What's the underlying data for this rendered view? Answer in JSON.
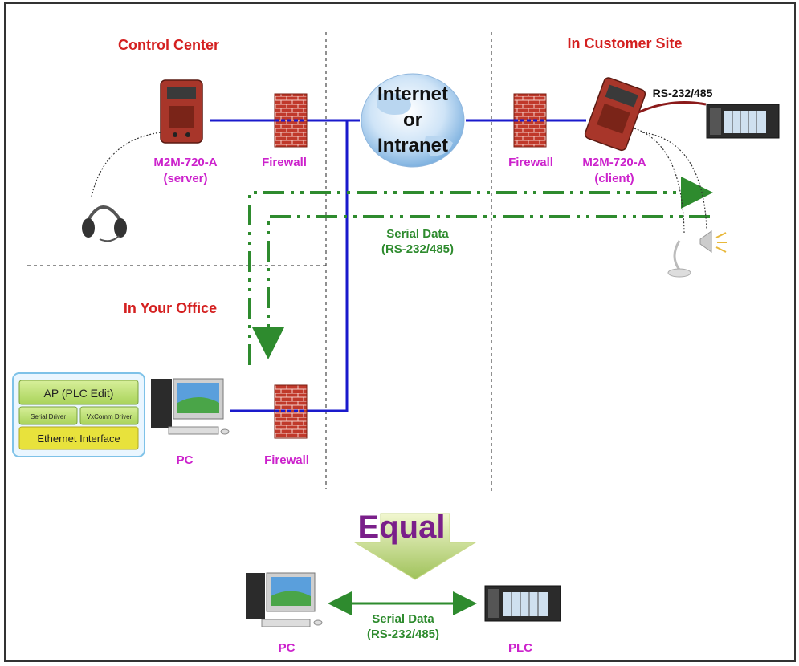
{
  "labels": {
    "control_center": "Control Center",
    "customer_site": "In Customer Site",
    "your_office": "In Your Office",
    "server_name": "M2M-720-A",
    "server_role": "(server)",
    "client_name": "M2M-720-A",
    "client_role": "(client)",
    "firewall_1": "Firewall",
    "firewall_2": "Firewall",
    "firewall_3": "Firewall",
    "internet_1": "Internet",
    "internet_2": "or",
    "internet_3": "Intranet",
    "rs_port": "RS-232/485",
    "serial_data_1": "Serial Data",
    "serial_data_2": "(RS-232/485)",
    "pc": "PC",
    "equal": "Equal",
    "pc_bottom": "PC",
    "plc_bottom": "PLC",
    "serial_bottom_1": "Serial Data",
    "serial_bottom_2": "(RS-232/485)"
  },
  "software_stack": {
    "ap": "AP (PLC Edit)",
    "serial_driver": "Serial Driver",
    "vxcomm_driver": "VxComm Driver",
    "ethernet": "Ethernet Interface"
  },
  "colors": {
    "zone_label": "#d42020",
    "device_label": "#cc22cc",
    "network_line": "#1a1acc",
    "serial_data": "#2e8b2e",
    "rs_cable": "#8b1a1a",
    "equal_text": "#7a1f8a"
  },
  "icons": [
    "m2m-device-icon",
    "firewall-icon",
    "globe-icon",
    "headset-icon",
    "microphone-icon",
    "speaker-icon",
    "pc-icon",
    "plc-icon",
    "down-arrow-icon"
  ]
}
